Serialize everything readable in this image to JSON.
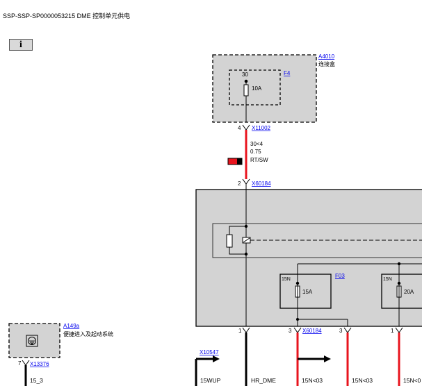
{
  "header": {
    "title": "SSP-SSP-SP0000053215 DME 控制单元供电"
  },
  "toolbar": {
    "info_label": "i",
    "info_icon": "info-icon"
  },
  "components": {
    "a4010": {
      "id": "A4010",
      "name": "连接盒"
    },
    "fuse_f4": {
      "id": "F4",
      "pin": "30",
      "rating": "10A"
    },
    "x11002": {
      "pin": "4",
      "id": "X11002"
    },
    "wire_main": {
      "line1": "30<4",
      "line2": "0.75",
      "line3": "RT/SW"
    },
    "x60184_top": {
      "pin": "2",
      "id": "X60184"
    },
    "fuse_f03": {
      "id": "F03",
      "pin": "15N",
      "rating": "15A"
    },
    "fuse_f04": {
      "pin": "15N",
      "rating": "20A"
    },
    "a149a": {
      "id": "A149a",
      "name": "便捷进入及起动系统"
    },
    "x13376": {
      "pin": "7",
      "id": "X13376"
    },
    "x10547": {
      "id": "X10547"
    },
    "x60184_bottom": {
      "id": "X60184"
    },
    "bottom_pins": [
      "1",
      "3",
      "3",
      "1"
    ],
    "signals": [
      "15_3",
      "15WUP",
      "HR_DME",
      "15N<03",
      "15N<03",
      "15N<0"
    ]
  },
  "colors": {
    "wire_red": "#e8141e",
    "wire_black": "#000000",
    "box_fill": "#d3d3d3",
    "link": "#0000ee"
  }
}
